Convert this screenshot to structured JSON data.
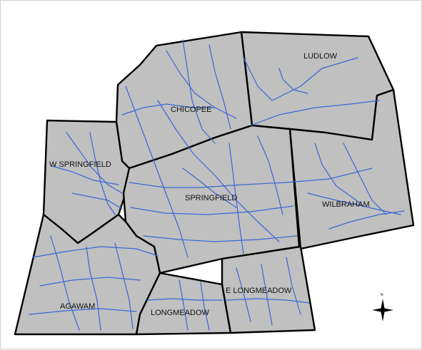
{
  "towns": [
    {
      "id": "ludlow",
      "label": "LUDLOW"
    },
    {
      "id": "chicopee",
      "label": "CHICOPEE"
    },
    {
      "id": "w-springfield",
      "label": "W SPRINGFIELD"
    },
    {
      "id": "springfield",
      "label": "SPRINGFIELD"
    },
    {
      "id": "wilbraham",
      "label": "WILBRAHAM"
    },
    {
      "id": "agawam",
      "label": "AGAWAM"
    },
    {
      "id": "longmeadow",
      "label": "LONGMEADOW"
    },
    {
      "id": "e-longmeadow",
      "label": "E LONGMEADOW"
    }
  ],
  "north_arrow": {
    "label": "N"
  },
  "colors": {
    "land": "#c0c0c0",
    "boundary": "#000000",
    "roads": "#3a66d6",
    "background": "#ffffff"
  }
}
